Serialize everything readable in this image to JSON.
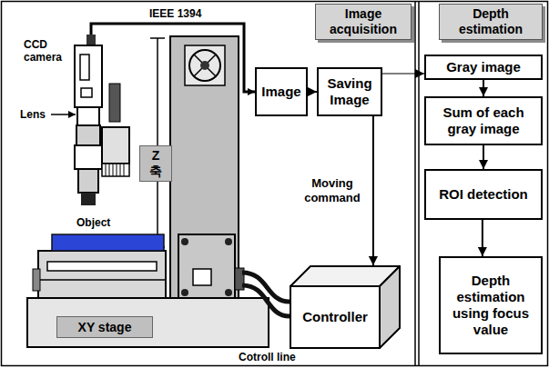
{
  "diagram": {
    "nodes": [
      {
        "text": [
          "Image acquisition"
        ]
      },
      {
        "text": [
          "Depth estimation"
        ]
      },
      {
        "text": [
          "Image"
        ]
      },
      {
        "text": [
          "Saving Image"
        ]
      },
      {
        "text": [
          "Z 축"
        ]
      },
      {
        "text": [
          "Controller"
        ]
      },
      {
        "text": [
          "XY stage"
        ]
      },
      {
        "text": [
          "Gray image"
        ]
      },
      {
        "text": [
          "Sum of each gray image"
        ]
      },
      {
        "text": [
          "ROI detection"
        ]
      },
      {
        "text": [
          "Depth estimation using focus value"
        ]
      }
    ],
    "edges": [
      {
        "from": 2,
        "to": 3,
        "arrow": "to"
      },
      {
        "from": 3,
        "to": 5,
        "arrow": "to",
        "label": "Moving command"
      },
      {
        "from": 3,
        "to": 7,
        "arrow": "to"
      },
      {
        "from": 7,
        "to": 8,
        "arrow": "to"
      },
      {
        "from": 8,
        "to": 9,
        "arrow": "to"
      },
      {
        "from": 9,
        "to": 10,
        "arrow": "to"
      }
    ],
    "labels": [
      "IEEE 1394",
      "CCD camera",
      "Lens",
      "Object",
      "Cotroll line"
    ]
  }
}
